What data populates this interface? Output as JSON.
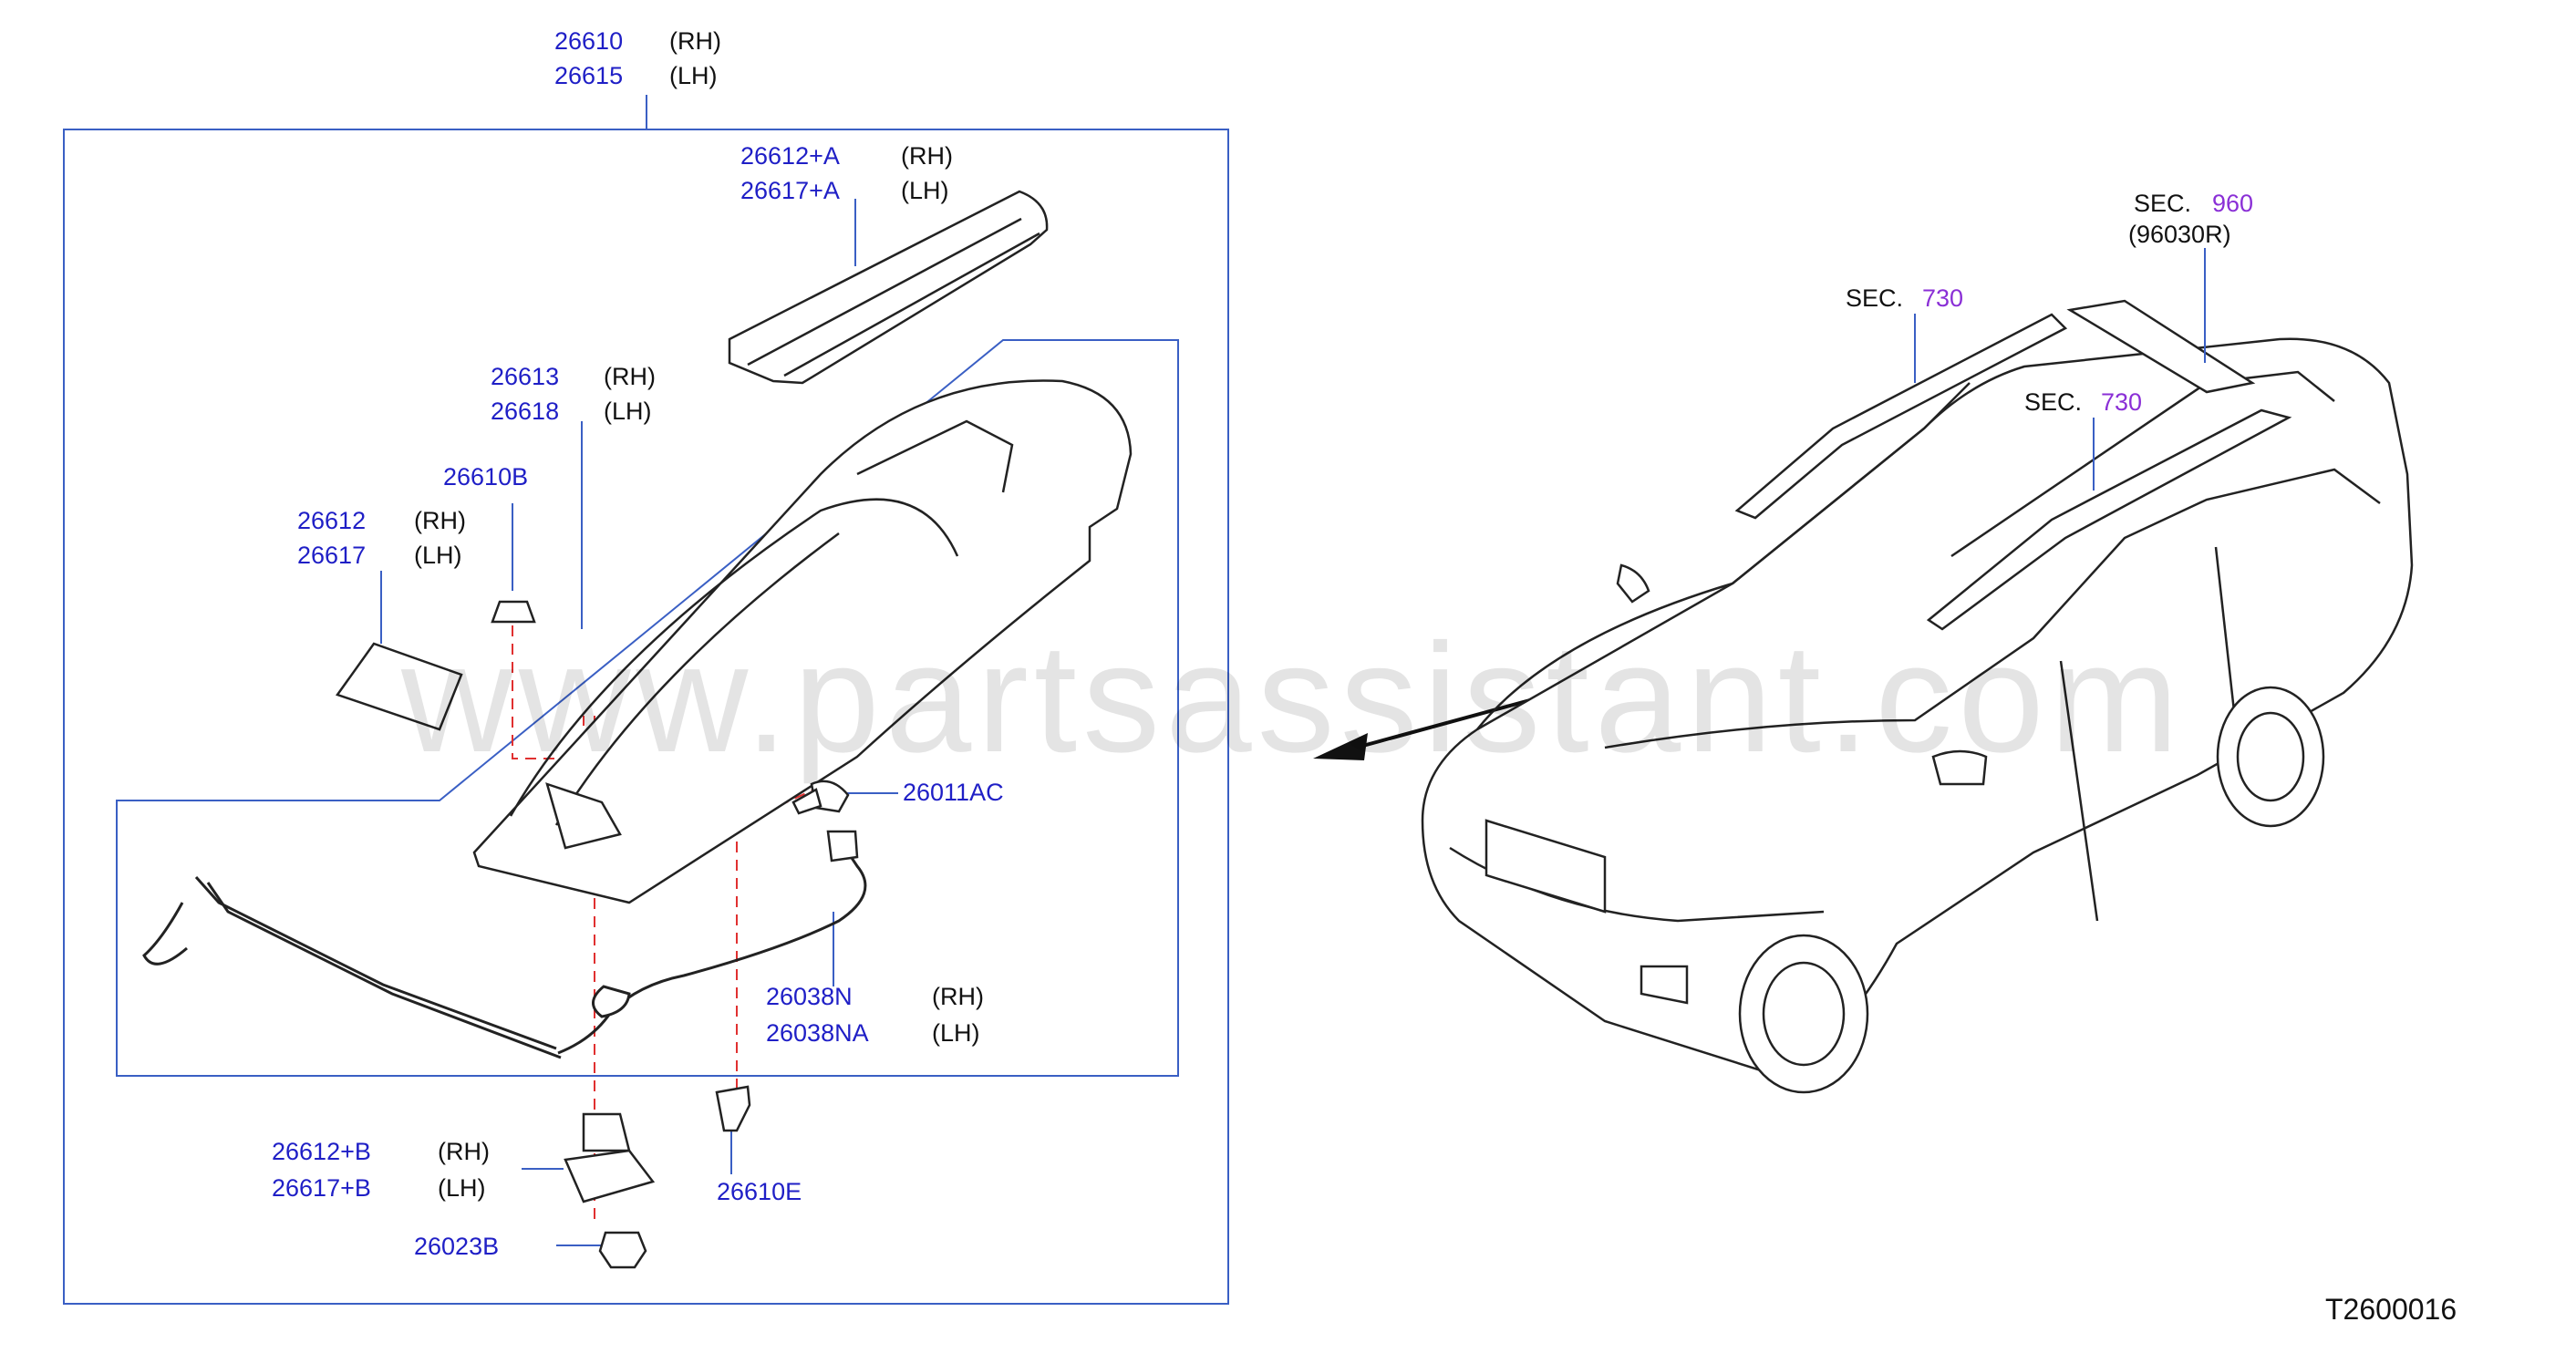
{
  "watermark": "www.partsassistant.com",
  "diagram_code": "T2600016",
  "parts": {
    "assembly": {
      "rh_pn": "26610",
      "rh_side": "(RH)",
      "lh_pn": "26615",
      "lh_side": "(LH)"
    },
    "cover_a": {
      "rh_pn": "26612+A",
      "rh_side": "(RH)",
      "lh_pn": "26617+A",
      "lh_side": "(LH)"
    },
    "housing": {
      "rh_pn": "26613",
      "rh_side": "(RH)",
      "lh_pn": "26618",
      "lh_side": "(LH)"
    },
    "clip_b": {
      "pn": "26610B"
    },
    "lens": {
      "rh_pn": "26612",
      "rh_side": "(RH)",
      "lh_pn": "26617",
      "lh_side": "(LH)"
    },
    "bulb": {
      "pn": "26011AC"
    },
    "harness": {
      "rh_pn": "26038N",
      "rh_side": "(RH)",
      "lh_pn": "26038NA",
      "lh_side": "(LH)"
    },
    "lamp_b": {
      "rh_pn": "26612+B",
      "rh_side": "(RH)",
      "lh_pn": "26617+B",
      "lh_side": "(LH)"
    },
    "bulb_b": {
      "pn": "26023B"
    },
    "clip_e": {
      "pn": "26610E"
    }
  },
  "sections": {
    "roof_rail_front": {
      "prefix": "SEC.",
      "number": "730"
    },
    "roof_rail_rear": {
      "prefix": "SEC.",
      "number": "730"
    },
    "roof_rack": {
      "prefix": "SEC.",
      "number": "960",
      "sub": "(96030R)"
    }
  },
  "colors": {
    "part_number": "#1f1fc6",
    "section_number": "#8a2fd6",
    "leader_box": "#3a5fc4",
    "dash": "#e03030"
  }
}
